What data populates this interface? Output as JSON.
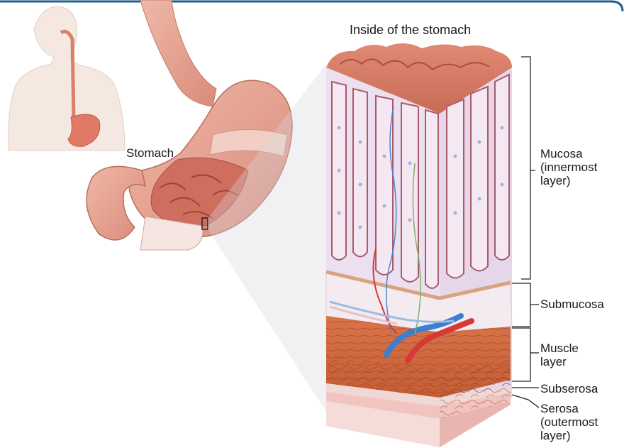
{
  "diagram": {
    "title": "Inside of the stomach",
    "organ_label": "Stomach",
    "layers": {
      "mucosa": [
        "Mucosa",
        "(innermost",
        "layer)"
      ],
      "submucosa": [
        "Submucosa"
      ],
      "muscle": [
        "Muscle",
        "layer"
      ],
      "subserosa": [
        "Subserosa"
      ],
      "serosa": [
        "Serosa",
        "(outermost",
        "layer)"
      ]
    }
  },
  "colors": {
    "frame": "#1f5f8f",
    "tissue_pink": "#e9a99a",
    "mucosa_top": "#d9846f",
    "gland_bg": "#ecdff0",
    "submucosa": "#f3e9ef",
    "muscle": "#d4693f",
    "serosa": "#f2c4c0",
    "vein": "#3a7fd0",
    "artery": "#d63a36"
  }
}
